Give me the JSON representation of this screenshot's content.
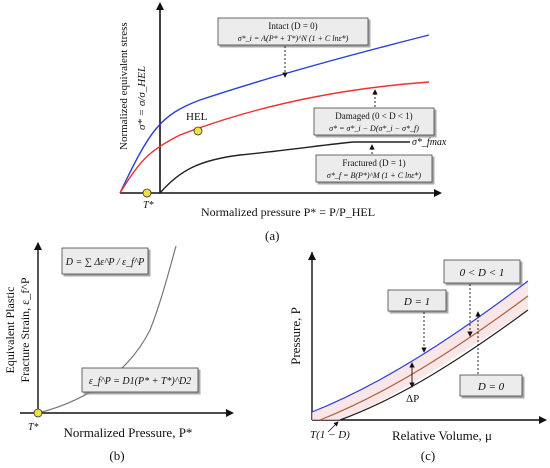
{
  "panel_a": {
    "ylabel": "Normalized equivalent stress",
    "ylabel2": "σ* = σ/σ_HEL",
    "xlabel": "Normalized pressure P* = P/P_HEL",
    "origin_label": "T*",
    "hel_label": "HEL",
    "sigma_fmax_label": "σ*_fmax",
    "intact_box": {
      "title": "Intact (D = 0)",
      "formula": "σ*_i = A(P* + T*)^N (1 + C lnε̇*)"
    },
    "damaged_box": {
      "title": "Damaged (0 < D < 1)",
      "formula": "σ* = σ*_i − D(σ*_i − σ*_f)"
    },
    "fractured_box": {
      "title": "Fractured (D = 1)",
      "formula": "σ*_f = B(P*)^M (1 + C lnε̇*)"
    },
    "caption": "(a)"
  },
  "panel_b": {
    "ylabel1": "Equivalent Plastic",
    "ylabel2": "Fracture Strain, ε_f^P",
    "xlabel": "Normalized Pressure, P*",
    "origin_label": "T*",
    "formula_top": "D = ∑ Δε^P / ε_f^P",
    "formula_bottom": "ε_f^P = D1(P* + T*)^D2",
    "caption": "(b)"
  },
  "panel_c": {
    "ylabel": "Pressure, P",
    "xlabel": "Relative Volume, μ",
    "box_mid": "0 < D < 1",
    "box_d1": "D = 1",
    "box_d0": "D = 0",
    "delta_p": "ΔP",
    "origin_label": "T(1 − D)",
    "caption": "(c)"
  },
  "colors": {
    "intact": "#2a3fd6",
    "damaged": "#ee3030",
    "fractured": "#222222",
    "marker": "#f0e040",
    "pressure_mid": "#b06040"
  }
}
